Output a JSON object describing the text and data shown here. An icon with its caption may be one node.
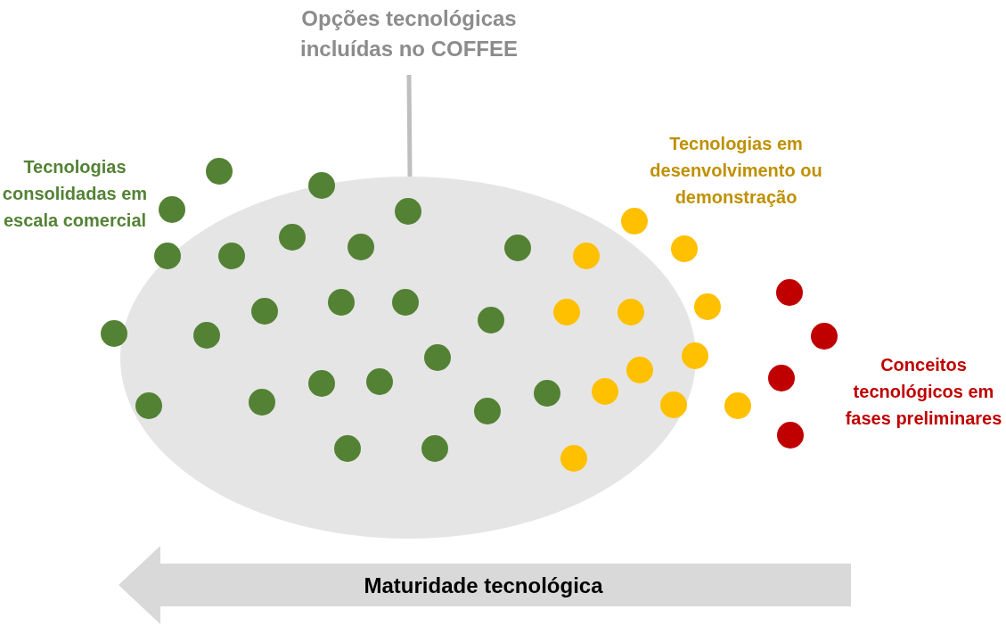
{
  "diagram": {
    "nodes": [
      {
        "text": [
          "Opções tecnológicas incluídas no COFFEE"
        ]
      },
      {
        "text": [],
        "shape": "ellipse"
      }
    ],
    "edges": [
      {
        "from": 0,
        "to": 1,
        "arrow": "none"
      }
    ],
    "labels": [
      "Tecnologias consolidadas em escala comercial",
      "Tecnologias em desenvolvimento ou demonstração",
      "Conceitos tecnológicos em fases preliminares",
      "Maturidade tecnológica"
    ]
  }
}
